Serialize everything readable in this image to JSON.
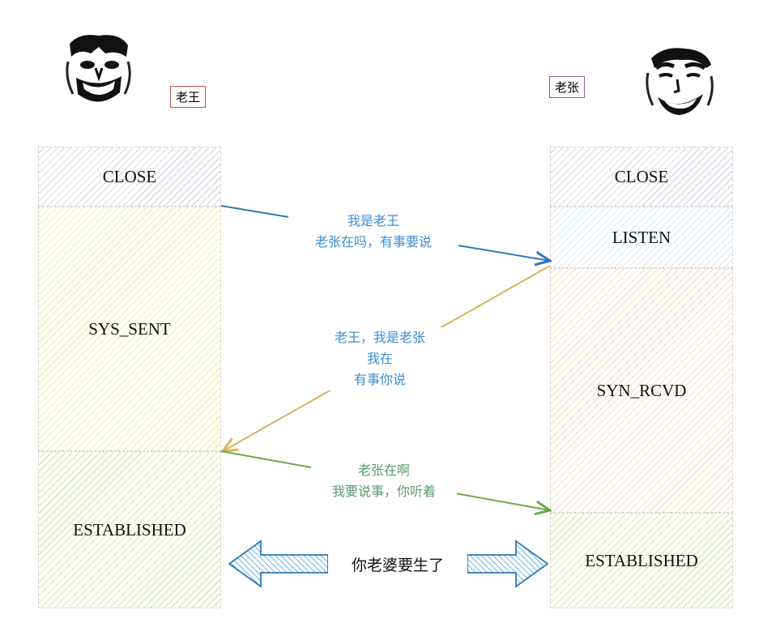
{
  "actors": {
    "left": {
      "name": "老王",
      "color": "#c0504d"
    },
    "right": {
      "name": "老张",
      "color": "#8e5aa6"
    }
  },
  "left_states": [
    "CLOSE",
    "SYS_SENT",
    "ESTABLISHED"
  ],
  "right_states": [
    "CLOSE",
    "LISTEN",
    "SYN_RCVD",
    "ESTABLISHED"
  ],
  "messages": [
    {
      "lines": [
        "我是老王",
        "老张在吗，有事要说"
      ],
      "color": "#3a8fd6"
    },
    {
      "lines": [
        "老王，我是老张",
        "我在",
        "有事你说"
      ],
      "color": "#3a8fd6"
    },
    {
      "lines": [
        "老张在啊",
        "我要说事，你听着"
      ],
      "color": "#5a9a6e"
    }
  ],
  "banner": "你老婆要生了",
  "colors": {
    "arrow1": "#2e78b6",
    "arrow2": "#d8b45a",
    "arrow3": "#6fa84a",
    "banner_arrow": "#4a9bd8"
  }
}
